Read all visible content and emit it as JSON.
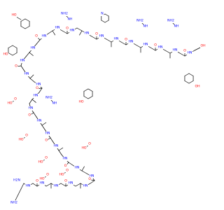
{
  "structure": {
    "type": "skeletal-formula",
    "molecule_class": "peptide",
    "colors": {
      "bond": "#000000",
      "oxygen": "#ff0000",
      "nitrogen": "#0000ff",
      "background": "#ffffff"
    },
    "atom_labels": {
      "oxygen": "O",
      "hydroxyl": "HO",
      "hydroxyl_right": "OH",
      "amine": "NH",
      "amine_2": "NH2",
      "imine": "NH",
      "amide_hn": "HN",
      "nitrogen": "N",
      "imidazole_nh": "N",
      "amine_h2n": "H2N",
      "nitrogen_h": "H"
    }
  }
}
